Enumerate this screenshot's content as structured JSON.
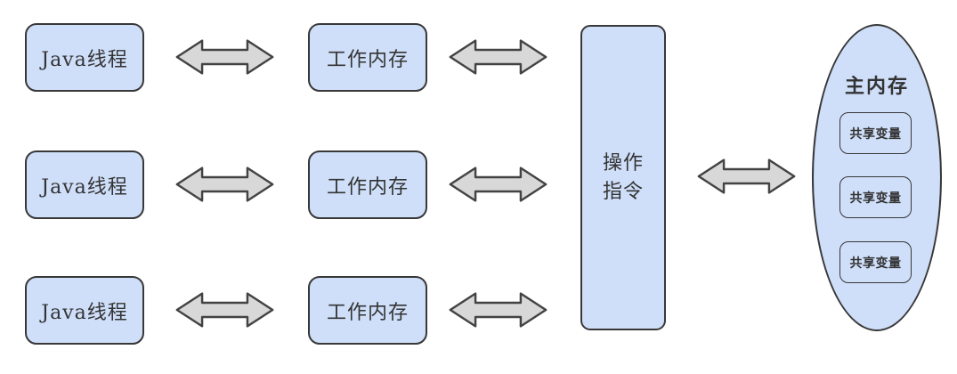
{
  "diagram": {
    "title_semantic": "Java Memory Model diagram",
    "rows": [
      {
        "thread": "Java线程",
        "working_memory": "工作内存"
      },
      {
        "thread": "Java线程",
        "working_memory": "工作内存"
      },
      {
        "thread": "Java线程",
        "working_memory": "工作内存"
      }
    ],
    "instruction": "操作指令",
    "main_memory": {
      "title": "主内存",
      "variables": [
        "共享变量",
        "共享变量",
        "共享变量"
      ]
    },
    "icons": {
      "arrow": "bidirectional-arrow-icon"
    },
    "colors": {
      "node_fill": "#cfdff9",
      "node_border": "#383838",
      "arrow_fill": "#d8d8d8",
      "arrow_border": "#434343",
      "text": "#333333",
      "background": "#ffffff"
    }
  }
}
